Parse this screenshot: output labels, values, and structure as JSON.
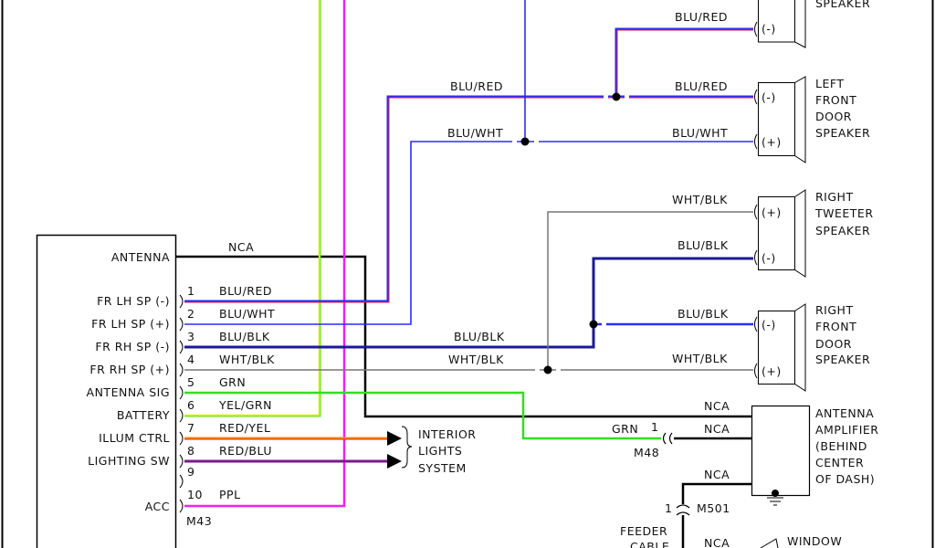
{
  "radio": {
    "antenna_label": "ANTENNA",
    "connector": "M43",
    "pins": [
      {
        "num": "1",
        "function": "FR LH SP (-)",
        "wire": "BLU/RED"
      },
      {
        "num": "2",
        "function": "FR LH SP (+)",
        "wire": "BLU/WHT"
      },
      {
        "num": "3",
        "function": "FR RH SP (-)",
        "wire": "BLU/BLK"
      },
      {
        "num": "4",
        "function": "FR RH SP (+)",
        "wire": "WHT/BLK"
      },
      {
        "num": "5",
        "function": "ANTENNA SIG",
        "wire": "GRN"
      },
      {
        "num": "6",
        "function": "BATTERY",
        "wire": "YEL/GRN"
      },
      {
        "num": "7",
        "function": "ILLUM CTRL",
        "wire": "RED/YEL"
      },
      {
        "num": "8",
        "function": "LIGHTING SW",
        "wire": "RED/BLU"
      },
      {
        "num": "9",
        "function": "",
        "wire": ""
      },
      {
        "num": "10",
        "function": "ACC",
        "wire": "PPL"
      }
    ]
  },
  "wire_labels": {
    "antenna_nca": "NCA",
    "blu_red_mid": "BLU/RED",
    "blu_wht_mid": "BLU/WHT",
    "blu_red_tweeter": "BLU/RED",
    "blu_red_door": "BLU/RED",
    "blu_wht_door": "BLU/WHT",
    "wht_blk_tweeter": "WHT/BLK",
    "blu_blk_tweeter": "BLU/BLK",
    "blu_blk_door": "BLU/BLK",
    "wht_blk_door": "WHT/BLK",
    "blu_blk_mid": "BLU/BLK",
    "wht_blk_mid": "WHT/BLK",
    "amp_nca_1": "NCA",
    "amp_nca_2": "NCA",
    "amp_nca_3": "NCA",
    "grn": "GRN",
    "m48_pin": "1",
    "m48": "M48",
    "m501_pin": "1",
    "m501": "M501",
    "feeder_nca": "NCA"
  },
  "components": {
    "left_tweeter": {
      "lines": [
        "SPEAKER"
      ],
      "terminal": "(-)"
    },
    "left_front_door": {
      "lines": [
        "LEFT",
        "FRONT",
        "DOOR",
        "SPEAKER"
      ],
      "terminals": [
        "(-)",
        "(+)"
      ]
    },
    "right_tweeter": {
      "lines": [
        "RIGHT",
        "TWEETER",
        "SPEAKER"
      ],
      "terminals": [
        "(+)",
        "(-)"
      ]
    },
    "right_front_door": {
      "lines": [
        "RIGHT",
        "FRONT",
        "DOOR",
        "SPEAKER"
      ],
      "terminals": [
        "(-)",
        "(+)"
      ]
    },
    "antenna_amplifier": {
      "lines": [
        "ANTENNA",
        "AMPLIFIER",
        "(BEHIND",
        "CENTER",
        "OF DASH)"
      ]
    },
    "interior_lights": {
      "lines": [
        "INTERIOR",
        "LIGHTS",
        "SYSTEM"
      ]
    },
    "feeder_cable": {
      "lines": [
        "FEEDER",
        "CABLE"
      ]
    },
    "window": {
      "lines": [
        "WINDOW"
      ]
    }
  },
  "colors": {
    "blue": "#2b2bff",
    "red": "#e0203a",
    "navy": "#1a1a9a",
    "gray": "#777777",
    "green": "#33dd22",
    "yellow": "#ddee00",
    "orange": "#ff8800",
    "purple": "#7a1a8a",
    "magenta": "#ee22ee",
    "black": "#000000"
  }
}
